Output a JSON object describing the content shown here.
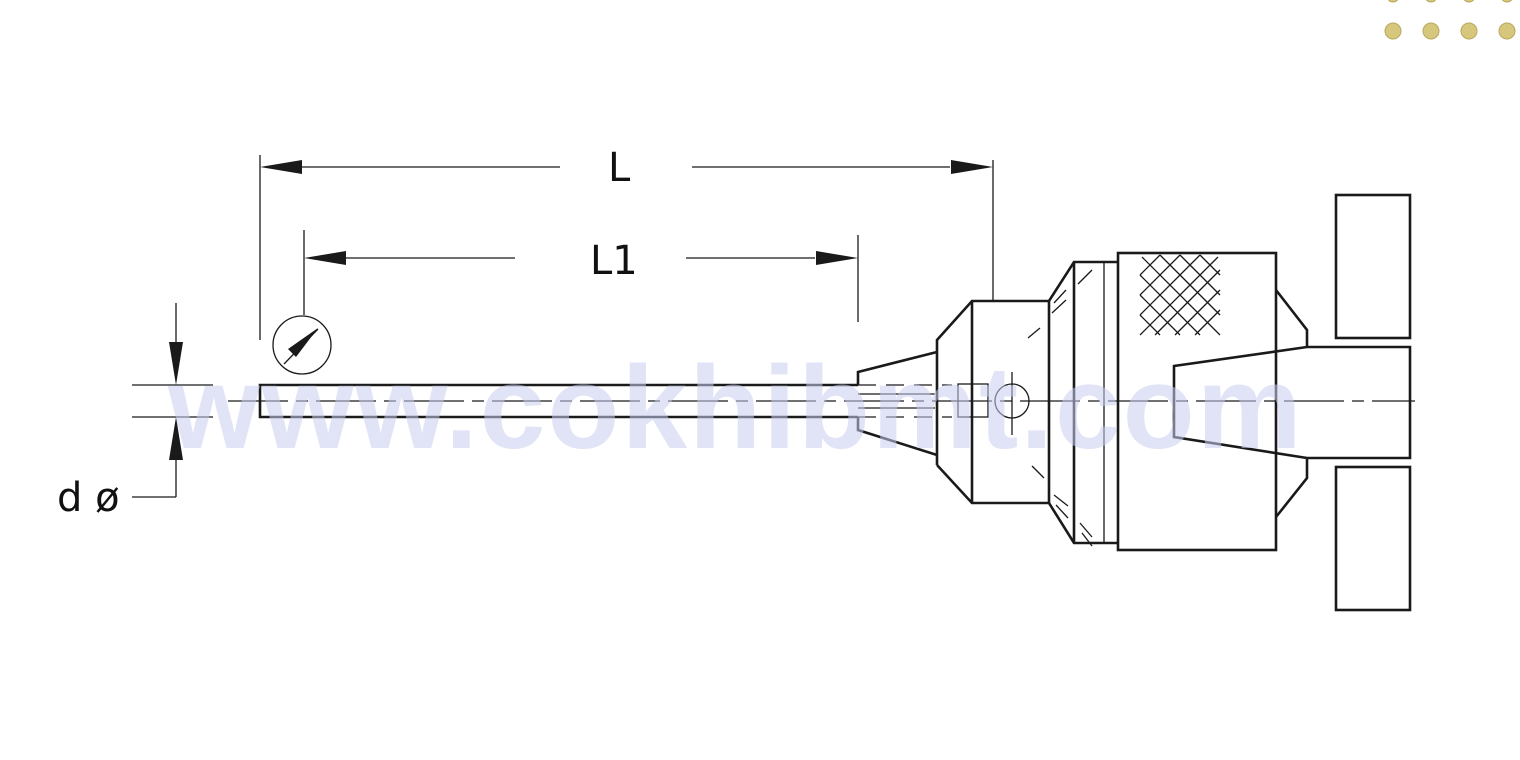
{
  "diagram": {
    "dimension_labels": {
      "overall_length": "L",
      "shank_length": "L1",
      "diameter": "d ø"
    },
    "watermark": "www.cokhibmt.com",
    "colors": {
      "line": "#1a1a1a",
      "watermark": "#c9cdf0",
      "dots": "#d6c77c"
    }
  }
}
